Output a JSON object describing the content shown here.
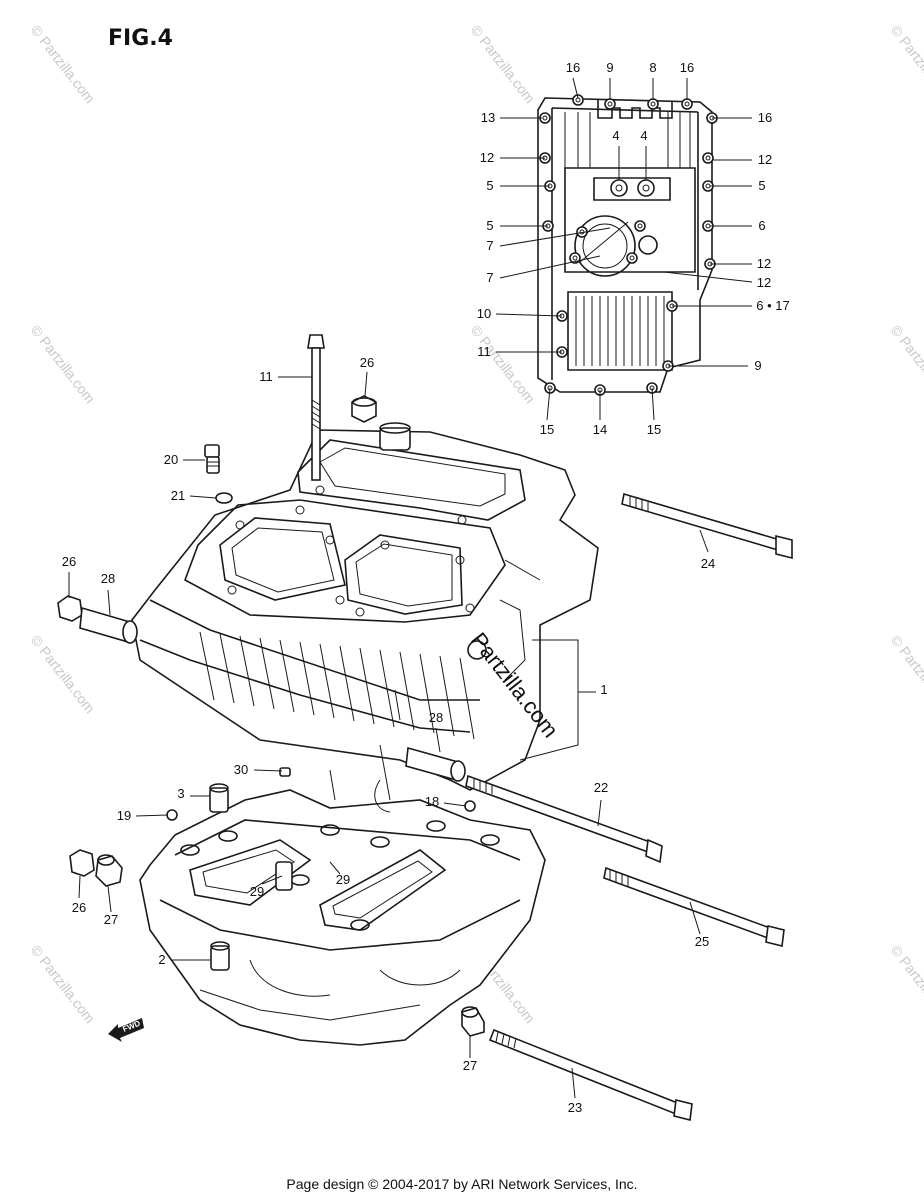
{
  "figure": {
    "title": "FIG.4"
  },
  "footer": {
    "text": "Page design © 2004-2017 by ARI Network Services, Inc."
  },
  "watermark": {
    "text": "© Partzilla.com",
    "brand_text": "Partzilla.com"
  },
  "fwd_label": "FWD",
  "callouts": [
    "16",
    "9",
    "8",
    "16",
    "13",
    "16",
    "4",
    "4",
    "12",
    "12",
    "5",
    "5",
    "5",
    "6",
    "7",
    "12",
    "7",
    "12",
    "10",
    "6 • 17",
    "11",
    "9",
    "15",
    "14",
    "15",
    "11",
    "26",
    "20",
    "21",
    "26",
    "28",
    "24",
    "1",
    "28",
    "30",
    "3",
    "22",
    "19",
    "18",
    "29",
    "29",
    "26",
    "27",
    "25",
    "2",
    "27",
    "23"
  ]
}
